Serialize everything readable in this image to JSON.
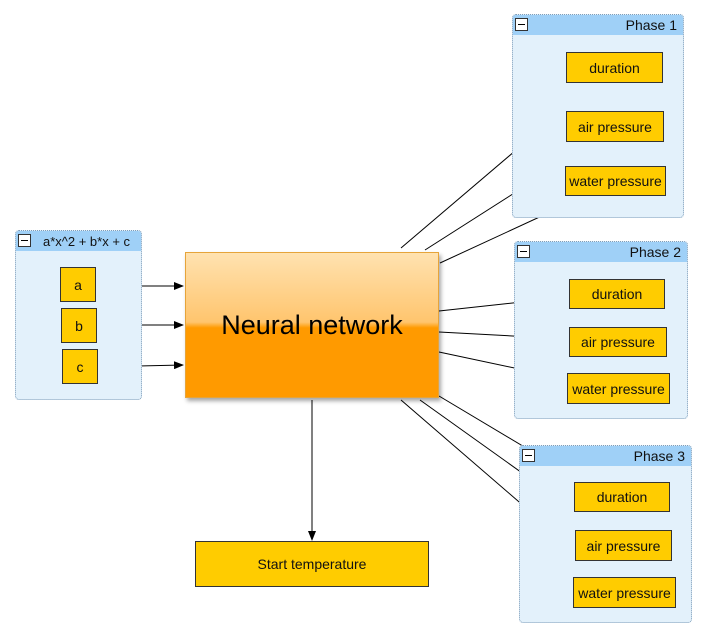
{
  "input_group": {
    "title": "a*x^2 + b*x + c",
    "inputs": [
      "a",
      "b",
      "c"
    ]
  },
  "central": {
    "label": "Neural network"
  },
  "start_temperature": {
    "label": "Start temperature"
  },
  "phases": [
    {
      "title": "Phase 1",
      "outputs": [
        "duration",
        "air pressure",
        "water pressure"
      ]
    },
    {
      "title": "Phase 2",
      "outputs": [
        "duration",
        "air pressure",
        "water pressure"
      ]
    },
    {
      "title": "Phase 3",
      "outputs": [
        "duration",
        "air pressure",
        "water pressure"
      ]
    }
  ],
  "colors": {
    "node_fill": "#ffcc00",
    "group_fill": "#e3f1fb",
    "group_header": "#9fd0f7",
    "central_top": "#ffe2b0",
    "central_bottom": "#ff9a00"
  }
}
